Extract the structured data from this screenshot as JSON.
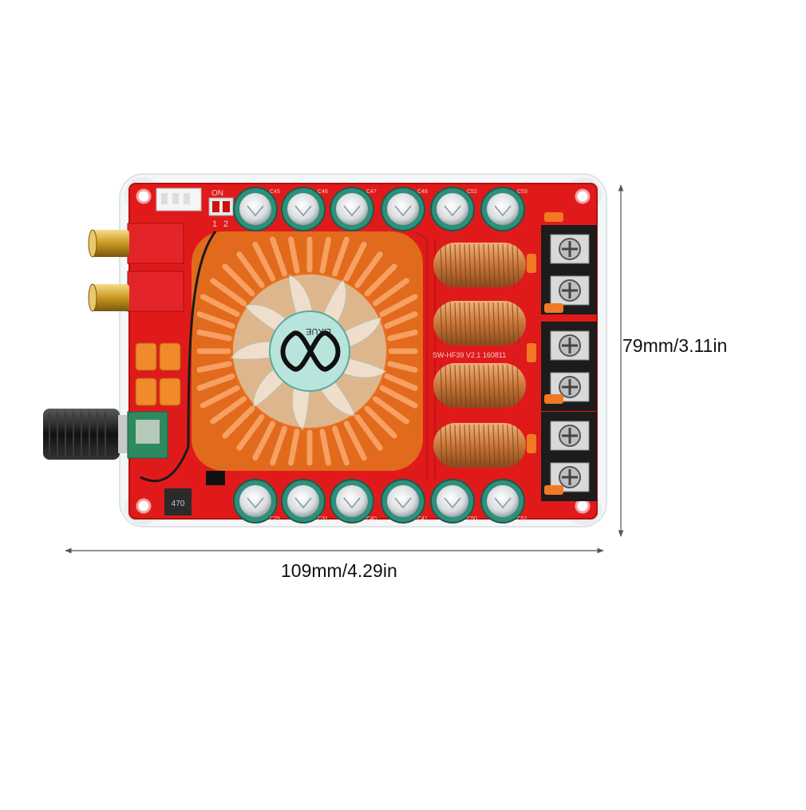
{
  "dimensions": {
    "height_label": "79mm/3.11in",
    "width_label": "109mm/4.29in"
  },
  "board": {
    "model_marking": "SW-HF39  V2.1  160811",
    "fan_logo_text": "LIXUE",
    "switch_label": "ON",
    "switch_positions": [
      "1",
      "2"
    ],
    "top_capacitor_labels": [
      "C45",
      "C46",
      "C47",
      "C48",
      "C52",
      "C53"
    ],
    "bottom_capacitor_labels": [
      "C25",
      "C31",
      "C40",
      "C41",
      "C50",
      "C51"
    ],
    "inductor_marking": "470",
    "colors": {
      "pcb": "#e01a1a",
      "heatsink": "#f07a24",
      "coil": "#c8773a",
      "capacitor": "#2f8f7a",
      "terminal": "#1c1c1c",
      "fan": "#b9e4dd"
    }
  }
}
